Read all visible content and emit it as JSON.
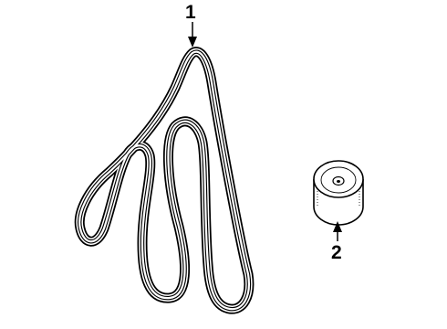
{
  "callouts": [
    {
      "number": "1",
      "part": "serpentine-belt"
    },
    {
      "number": "2",
      "part": "idler-pulley"
    }
  ],
  "colors": {
    "ink": "#000000",
    "background": "#ffffff"
  }
}
